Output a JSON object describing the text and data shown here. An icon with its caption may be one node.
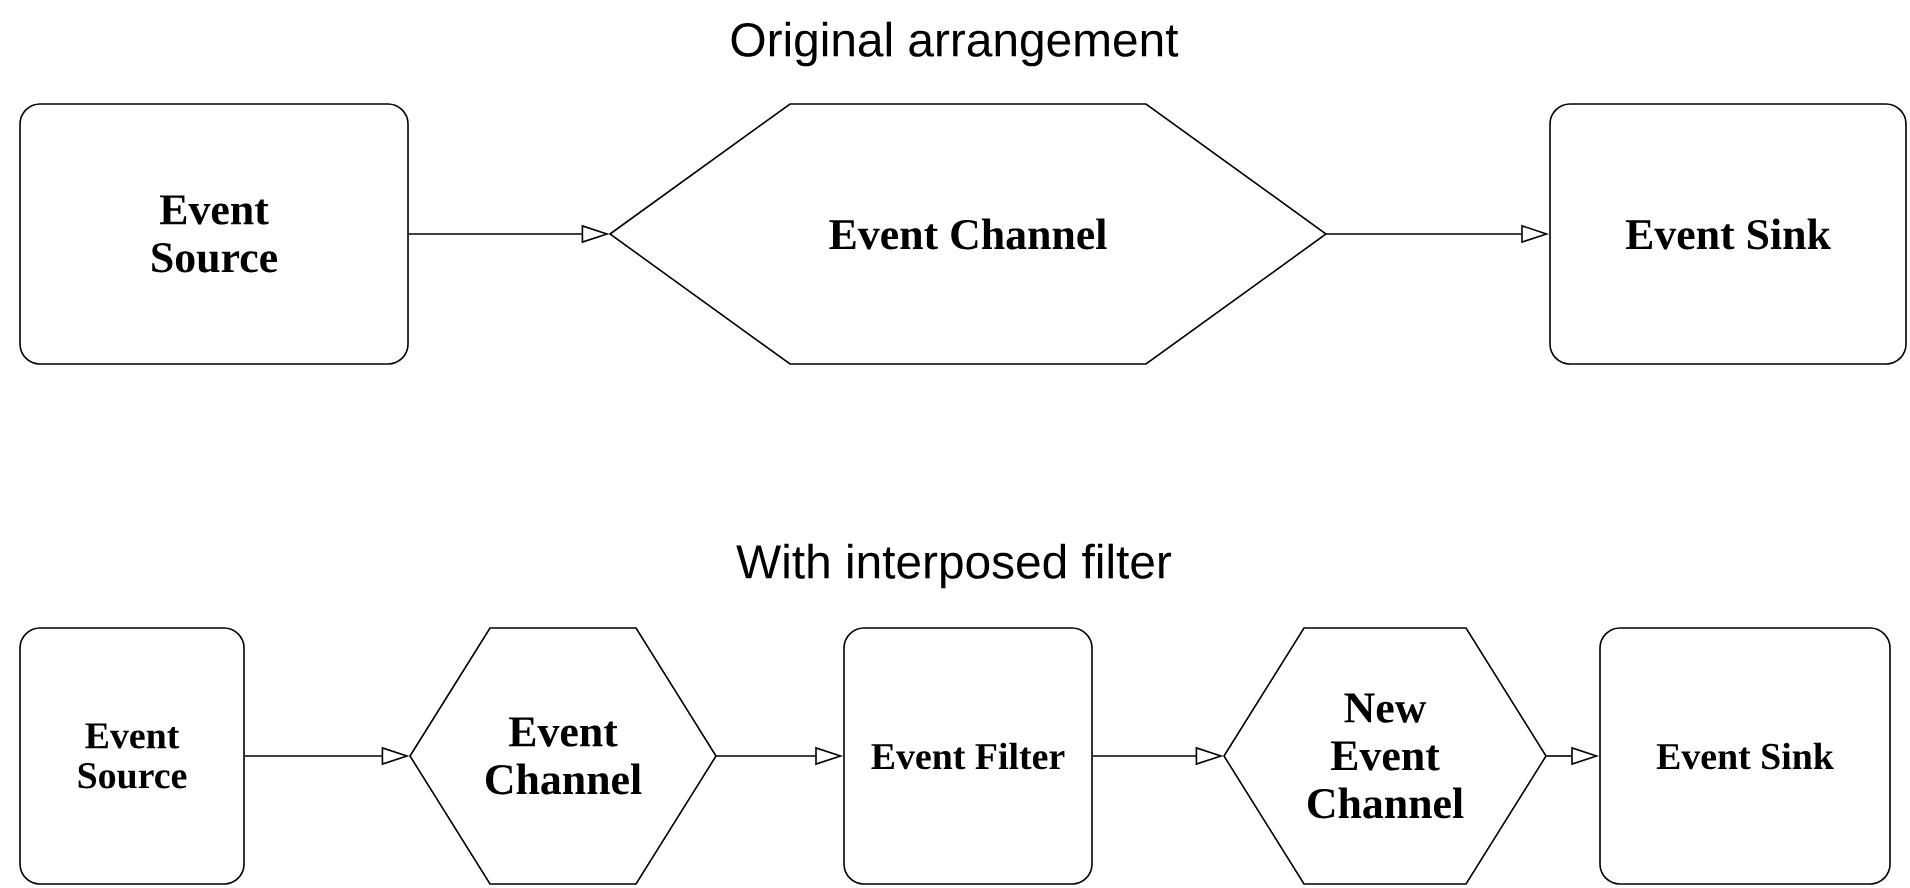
{
  "diagram": {
    "nodes": [
      {
        "text": [
          "Event Source"
        ]
      },
      {
        "text": [
          "Event Channel"
        ]
      },
      {
        "text": [
          "Event Sink"
        ]
      },
      {
        "text": [
          "Event Source"
        ]
      },
      {
        "text": [
          "Event Channel"
        ]
      },
      {
        "text": [
          "Event Filter"
        ]
      },
      {
        "text": [
          "New Event Channel"
        ]
      },
      {
        "text": [
          "Event Sink"
        ]
      }
    ],
    "edges": [
      {
        "from": 0,
        "to": 1,
        "arrow": "to"
      },
      {
        "from": 1,
        "to": 2,
        "arrow": "to"
      },
      {
        "from": 3,
        "to": 4,
        "arrow": "to"
      },
      {
        "from": 4,
        "to": 5,
        "arrow": "to"
      },
      {
        "from": 5,
        "to": 6,
        "arrow": "to"
      },
      {
        "from": 6,
        "to": 7,
        "arrow": "to"
      }
    ],
    "labels": [
      "Original arrangement",
      "With interposed filter"
    ]
  }
}
